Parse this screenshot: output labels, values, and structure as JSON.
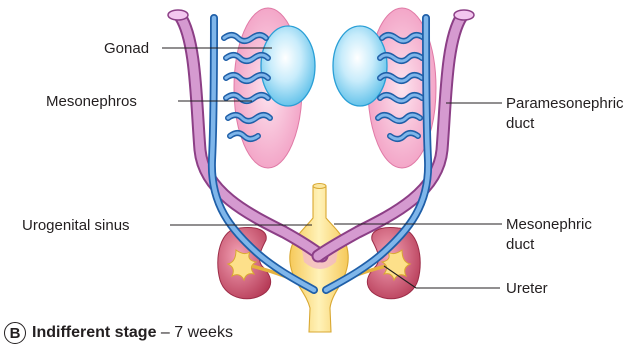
{
  "figure": {
    "panel_letter": "B",
    "caption_bold": "Indifferent stage",
    "caption_rest": " – 7 weeks"
  },
  "labels": {
    "gonad": "Gonad",
    "mesonephros": "Mesonephros",
    "urogenital_sinus": "Urogenital sinus",
    "paramesonephric_duct_line1": "Paramesonephric",
    "paramesonephric_duct_line2": "duct",
    "mesonephric_duct_line1": "Mesonephric",
    "mesonephric_duct_line2": "duct",
    "ureter": "Ureter"
  },
  "colors": {
    "mesonephros_fill": "#f4a9c8",
    "gonad_fill": "#8fd3f2",
    "mesonephric_duct": "#5b9bd5",
    "paramesonephric_duct": "#c681bf",
    "urogenital_sinus_fill": "#fde08a",
    "kidney_fill": "#c9566f"
  }
}
